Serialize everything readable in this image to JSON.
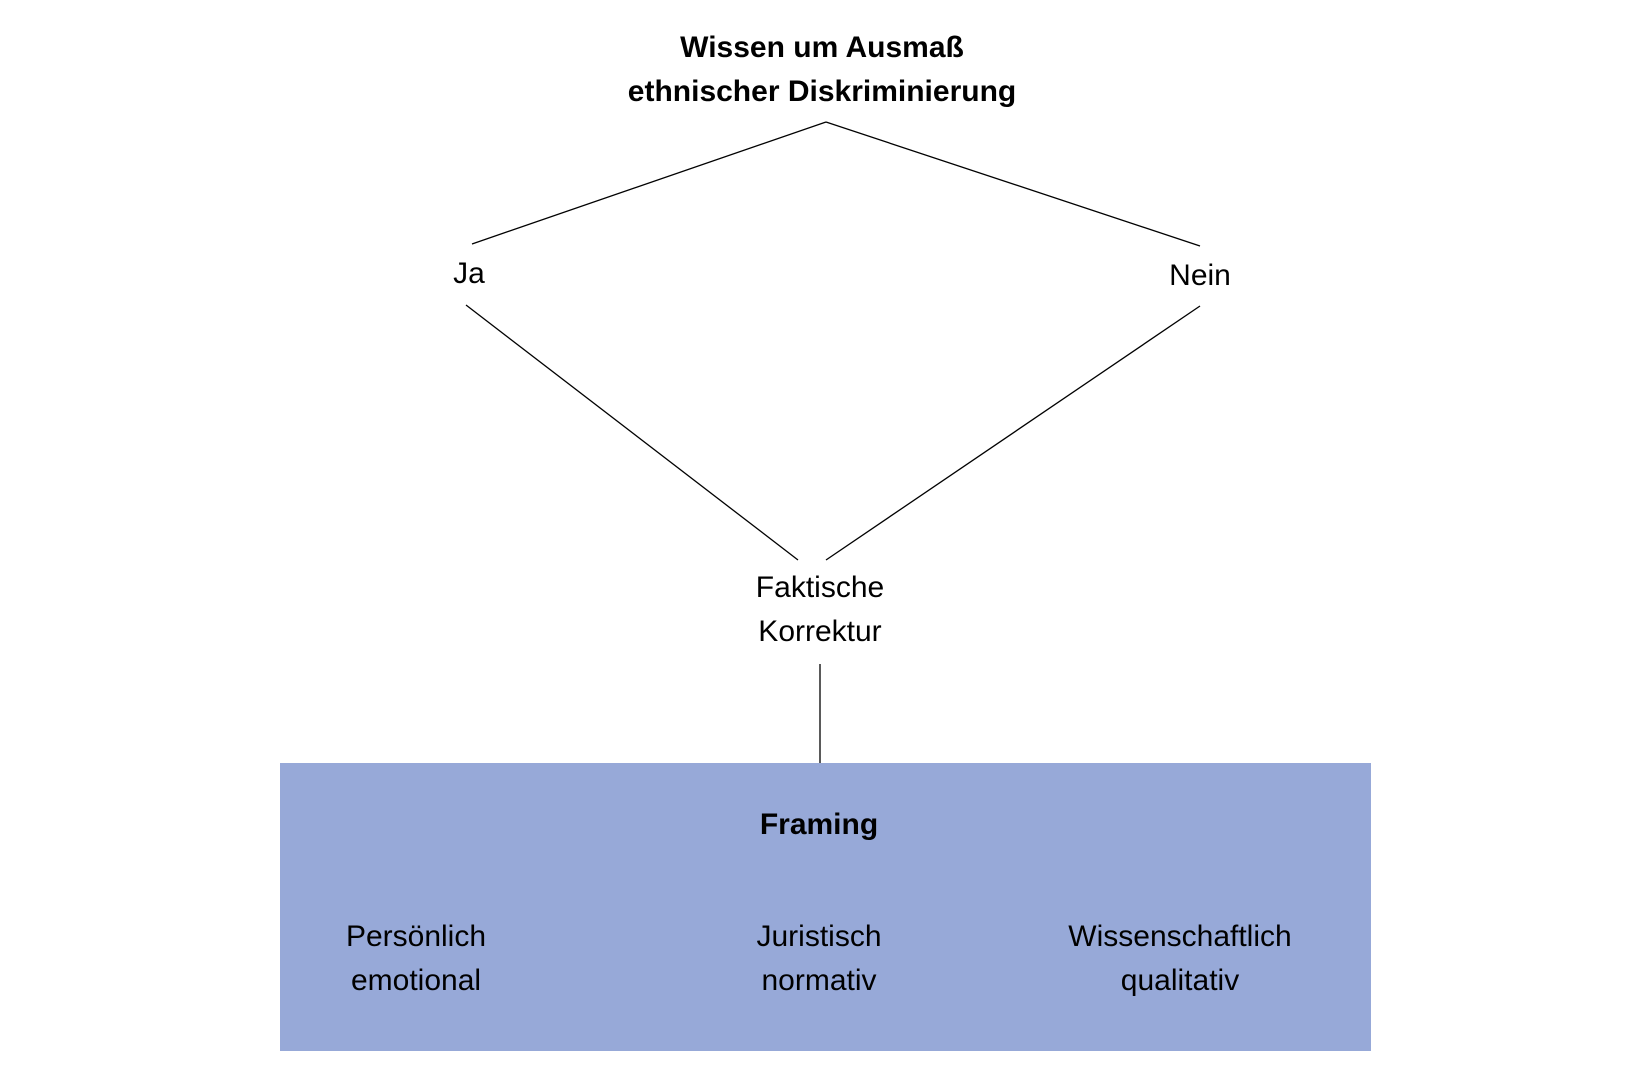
{
  "root": {
    "line1": "Wissen um Ausmaß",
    "line2": "ethnischer Diskriminierung"
  },
  "branch_yes": "Ja",
  "branch_no": "Nein",
  "correction": {
    "line1": "Faktische",
    "line2": "Korrektur"
  },
  "framing": {
    "title": "Framing",
    "box_color": "#97a9d8",
    "items": [
      {
        "line1": "Persönlich",
        "line2": "emotional"
      },
      {
        "line1": "Juristisch",
        "line2": "normativ"
      },
      {
        "line1": "Wissenschaftlich",
        "line2": "qualitativ"
      }
    ]
  },
  "line_color": "#000000"
}
